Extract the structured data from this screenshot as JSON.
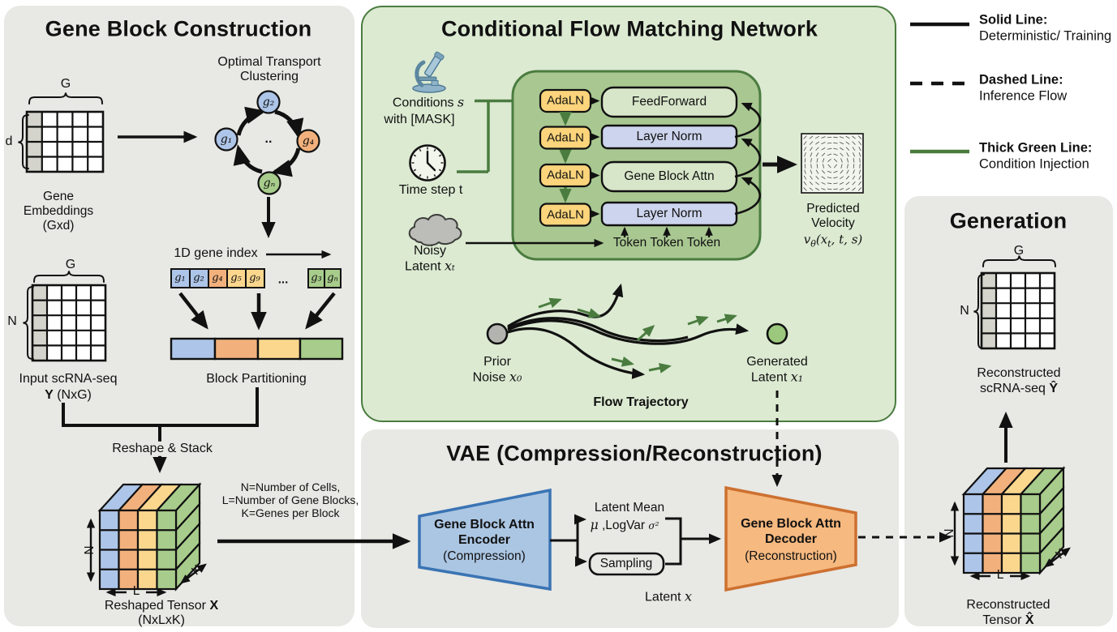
{
  "panels": {
    "gbc_title": "Gene Block Construction",
    "cfm_title": "Conditional Flow Matching Network",
    "vae_title": "VAE (Compression/Reconstruction)",
    "gen_title": "Generation"
  },
  "legend": {
    "solid_label": "Solid Line:",
    "solid_desc": "Deterministic/ Training",
    "dashed_label": "Dashed Line:",
    "dashed_desc": "Inference Flow",
    "green_label": "Thick Green Line:",
    "green_desc": "Condition Injection"
  },
  "gbc": {
    "embed_dim_top": "G",
    "embed_dim_left": "d",
    "embed_cap": [
      "Gene",
      "Embeddings",
      "(Gxd)"
    ],
    "ot_label": [
      "Optimal Transport",
      "Clustering"
    ],
    "nodes": {
      "g1": "g₁",
      "g2": "g₂",
      "g4": "g₄",
      "gn": "gₙ",
      "dots": ".."
    },
    "index_label": "1D gene index",
    "index_cells": [
      "g₁",
      "g₂",
      "g₄",
      "g₅",
      "g₉"
    ],
    "index_ellipsis": "...",
    "index_cells_end": [
      "g₃",
      "gₙ"
    ],
    "block_part_label": "Block Partitioning",
    "input_dim_top": "G",
    "input_dim_left": "N",
    "input_cap": "Input scRNA-seq",
    "input_y": "Y",
    "input_dims": " (NxG)",
    "reshape_label": "Reshape & Stack",
    "dims_note": [
      "N=Number of Cells,",
      "L=Number of Gene Blocks,",
      "K=Genes per Block"
    ],
    "tensor_n": "N",
    "tensor_l": "L",
    "tensor_k": "K",
    "tensor_cap": "Reshaped Tensor ",
    "tensor_x": "X",
    "tensor_dims": "(NxLxK)"
  },
  "cfm": {
    "cond_line1": "Conditions ",
    "cond_s": "s",
    "cond_line2": "with [MASK]",
    "time_label": "Time step t",
    "noisy_line1": "Noisy",
    "noisy_line2": "Latent ",
    "noisy_x": "xₜ",
    "adaln": "AdaLN",
    "rows": [
      "FeedForward",
      "Layer Norm",
      "Gene Block Attn",
      "Layer Norm"
    ],
    "tokens": "Token Token Token",
    "vel1": "Predicted",
    "vel2": "Velocity",
    "vf1": "v",
    "vf2": "θ",
    "vf3": "(x",
    "vf4": "t",
    "vf5": ", t, s)",
    "prior1": "Prior",
    "prior2": "Noise ",
    "prior_x": "x₀",
    "gen1": "Generated",
    "gen2": "Latent ",
    "gen_x": "x₁",
    "flow_label": "Flow Trajectory"
  },
  "vae": {
    "enc": [
      "Gene Block Attn",
      "Encoder",
      "(Compression)"
    ],
    "latent_mean": "Latent Mean",
    "ml1": "μ",
    "ml2": " ,LogVar ",
    "ml3": "σ²",
    "sampling": "Sampling",
    "latent_label": "Latent ",
    "latent_x": "x",
    "dec": [
      "Gene Block Attn",
      "Decoder",
      "(Reconstruction)"
    ]
  },
  "gen": {
    "dim_top": "G",
    "dim_left": "N",
    "mat_cap1": "Reconstructed",
    "mat_cap2": "scRNA-seq ",
    "mat_yhat": "Ŷ",
    "tensor_n": "N",
    "tensor_l": "L",
    "tensor_k": "K",
    "tens_cap1": "Reconstructed",
    "tens_cap2": "Tensor ",
    "tens_xhat": "X̂"
  },
  "colors": {
    "block_blue": "#adc5e8",
    "block_orange": "#f2b17c",
    "block_yellow": "#fbd78e",
    "block_green": "#a7cc8b",
    "panel_green": "#dcead2",
    "inner_green": "#a9c791",
    "accent_green": "#4a7c3f",
    "adaln_orange": "#fbd47b",
    "layernorm_lavender": "#cdd4ed",
    "box_light_green": "#d7e6c9",
    "encoder_blue": "#abc6e3",
    "encoder_border": "#3a74b4",
    "decoder_orange": "#f6b97f",
    "decoder_border": "#cd7030",
    "panel_gray": "#e8e8e4",
    "prior_gray": "#b3b3af"
  }
}
